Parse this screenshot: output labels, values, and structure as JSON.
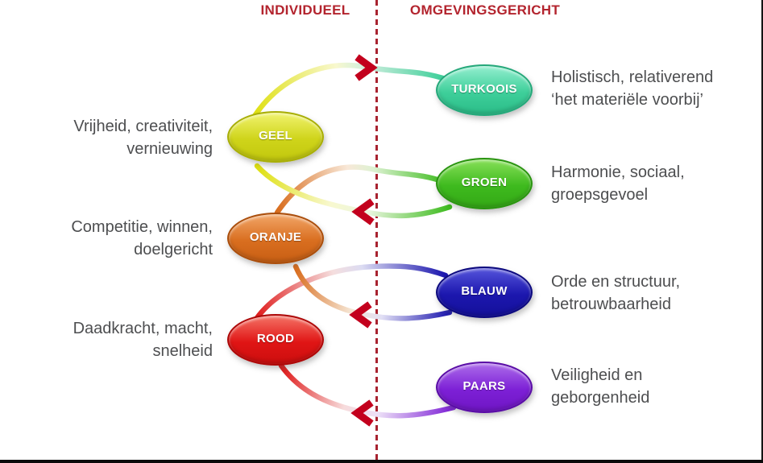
{
  "headers": {
    "left": "INDIVIDUEEL",
    "right": "OMGEVINGSGERICHT",
    "color": "#b3242e"
  },
  "divider": {
    "style": "dashed",
    "color": "#a82330"
  },
  "nodes": [
    {
      "label": "TURKOOIS",
      "side": "right",
      "desc": [
        "Holistisch, relativerend",
        "‘het materiële voorbij’"
      ],
      "colors": {
        "light": "#8deccb",
        "base": "#3ecf9a",
        "dark": "#25a87a"
      }
    },
    {
      "label": "GEEL",
      "side": "left",
      "desc": [
        "Vrijheid, creativiteit,",
        "vernieuwing"
      ],
      "colors": {
        "light": "#eef168",
        "base": "#cfd41a",
        "dark": "#a8ae06"
      }
    },
    {
      "label": "GROEN",
      "side": "right",
      "desc": [
        "Harmonie, sociaal,",
        "groepsgevoel"
      ],
      "colors": {
        "light": "#82dd54",
        "base": "#3eba1e",
        "dark": "#2a9410"
      }
    },
    {
      "label": "ORANJE",
      "side": "left",
      "desc": [
        "Competitie, winnen,",
        "doelgericht"
      ],
      "colors": {
        "light": "#f0a263",
        "base": "#d96e1f",
        "dark": "#aa4e0c"
      }
    },
    {
      "label": "BLAUW",
      "side": "right",
      "desc": [
        "Orde en structuur,",
        "betrouwbaarheid"
      ],
      "colors": {
        "light": "#5150d8",
        "base": "#1c17ae",
        "dark": "#0d0a7e"
      }
    },
    {
      "label": "ROOD",
      "side": "left",
      "desc": [
        "Daadkracht, macht,",
        "snelheid"
      ],
      "colors": {
        "light": "#f36c60",
        "base": "#e01515",
        "dark": "#ad0808"
      }
    },
    {
      "label": "PAARS",
      "side": "right",
      "desc": [
        "Veiligheid en",
        "geborgenheid"
      ],
      "colors": {
        "light": "#a967e9",
        "base": "#7d20d6",
        "dark": "#5a0da6"
      }
    }
  ],
  "arrows": [
    {
      "from": "GEEL",
      "to": "TURKOOIS",
      "direction": "right",
      "color": "#c3001d"
    },
    {
      "from": "GROEN",
      "to": "GEEL",
      "direction": "left",
      "color": "#c3001d"
    },
    {
      "from": "BLAUW",
      "to": "ORANJE",
      "direction": "left",
      "color": "#c3001d"
    },
    {
      "from": "PAARS",
      "to": "ROOD",
      "direction": "left",
      "color": "#c3001d"
    }
  ],
  "text_color": "#4d4e50"
}
